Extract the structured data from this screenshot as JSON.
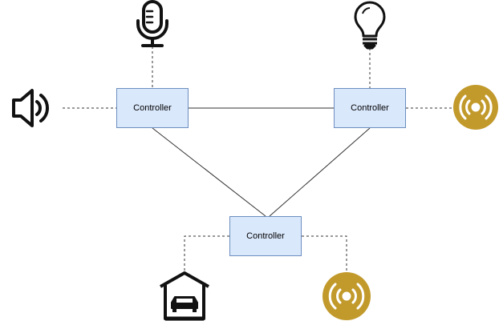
{
  "controllers": [
    {
      "label": "Controller"
    },
    {
      "label": "Controller"
    },
    {
      "label": "Controller"
    }
  ],
  "devices": [
    "microphone-icon",
    "light-bulb-icon",
    "speaker-icon",
    "wireless-sensor-icon",
    "garage-icon",
    "wireless-sensor-icon"
  ],
  "colors": {
    "controller_fill": "#dae8fc",
    "controller_border": "#6c8ebf",
    "sensor_gold": "#c29a2c",
    "line": "#333333"
  }
}
